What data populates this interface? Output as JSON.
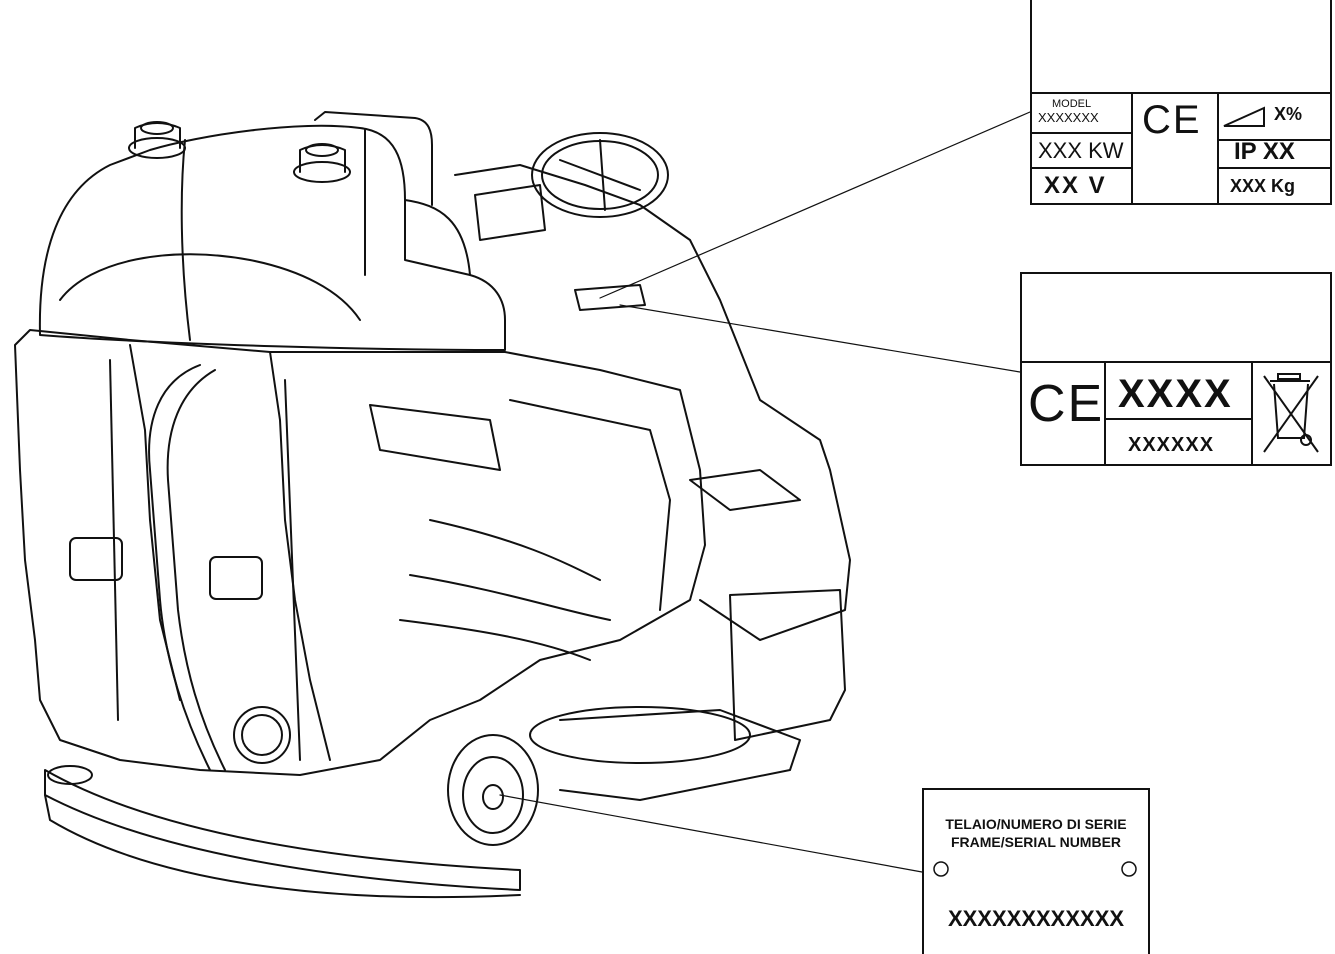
{
  "plate_machine": {
    "model_label": "MODEL",
    "model_value": "XXXXXXX",
    "power": "XXX  KW",
    "voltage": "XX  V",
    "ce_mark": "CE",
    "slope": "X%",
    "ip_rating": "IP XX",
    "weight": "XXX Kg"
  },
  "plate_battery": {
    "ce_mark": "CE",
    "code_main": "XXXX",
    "code_sub": "XXXXXX",
    "weee_icon": "crossed-out-wheelie-bin-icon"
  },
  "plate_serial": {
    "line1": "TELAIO/NUMERO DI SERIE",
    "line2": "FRAME/SERIAL NUMBER",
    "serial": "XXXXXXXXXXXX"
  }
}
